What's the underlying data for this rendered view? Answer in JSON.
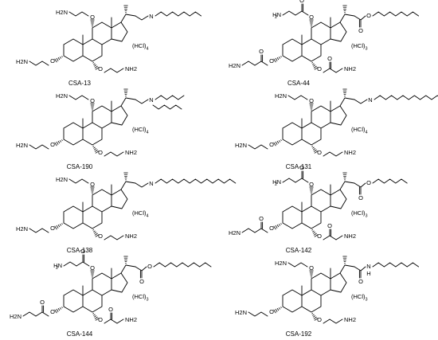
{
  "figure": {
    "compounds": [
      {
        "id": "csa-13",
        "name": "CSA-13",
        "salt": "(HCl)",
        "salt_count": "4",
        "type": "aminopropyl",
        "chain": {
          "kind": "amine",
          "substituents": [
            8
          ]
        }
      },
      {
        "id": "csa-44",
        "name": "CSA-44",
        "salt": "(HCl)",
        "salt_count": "3",
        "type": "ester",
        "chain": {
          "kind": "ester",
          "length": 8
        }
      },
      {
        "id": "csa-190",
        "name": "CSA-190",
        "salt": "(HCl)",
        "salt_count": "4",
        "type": "aminopropyl",
        "chain": {
          "kind": "amine",
          "substituents": [
            5,
            5
          ]
        }
      },
      {
        "id": "csa-131",
        "name": "CSA-131",
        "salt": "(HCl)",
        "salt_count": "4",
        "type": "aminopropyl",
        "chain": {
          "kind": "amine",
          "substituents": [
            12
          ]
        }
      },
      {
        "id": "csa-138",
        "name": "CSA-138",
        "salt": "(HCl)",
        "salt_count": "4",
        "type": "aminopropyl",
        "chain": {
          "kind": "amine",
          "substituents": [
            14
          ]
        }
      },
      {
        "id": "csa-142",
        "name": "CSA-142",
        "salt": "(HCl)",
        "salt_count": "3",
        "type": "ester",
        "chain": {
          "kind": "ester",
          "length": 6
        }
      },
      {
        "id": "csa-144",
        "name": "CSA-144",
        "salt": "(HCl)",
        "salt_count": "3",
        "type": "ester",
        "chain": {
          "kind": "ester",
          "length": 10
        }
      },
      {
        "id": "csa-192",
        "name": "CSA-192",
        "salt": "(HCl)",
        "salt_count": "3",
        "type": "aminopropyl",
        "chain": {
          "kind": "amide",
          "length": 8
        }
      }
    ],
    "atom_labels": {
      "nitrogen": "N",
      "oxygen": "O",
      "amine_top": "H2N",
      "amine_right": "NH2",
      "amide": "H"
    }
  }
}
